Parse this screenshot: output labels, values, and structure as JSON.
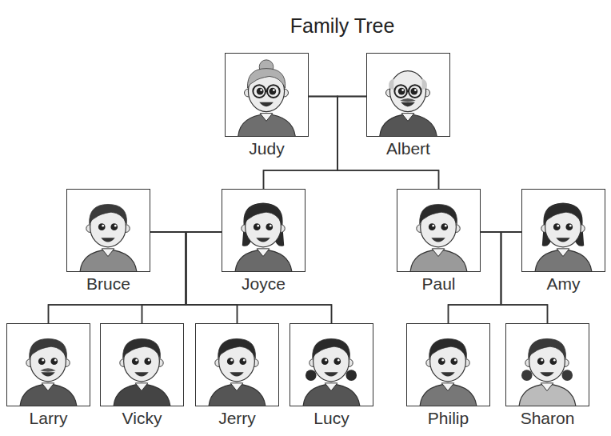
{
  "diagram": {
    "title": "Family Tree",
    "nodes": [
      {
        "text": [
          "Judy"
        ]
      },
      {
        "text": [
          "Albert"
        ]
      },
      {
        "text": [
          "Bruce"
        ]
      },
      {
        "text": [
          "Joyce"
        ]
      },
      {
        "text": [
          "Paul"
        ]
      },
      {
        "text": [
          "Amy"
        ]
      },
      {
        "text": [
          "Larry"
        ]
      },
      {
        "text": [
          "Vicky"
        ]
      },
      {
        "text": [
          "Jerry"
        ]
      },
      {
        "text": [
          "Lucy"
        ]
      },
      {
        "text": [
          "Philip"
        ]
      },
      {
        "text": [
          "Sharon"
        ]
      }
    ],
    "edges": [
      {
        "from": 0,
        "to": 1,
        "arrow": "none"
      },
      {
        "from": 0,
        "to": 3,
        "arrow": "none"
      },
      {
        "from": 1,
        "to": 3,
        "arrow": "none"
      },
      {
        "from": 0,
        "to": 4,
        "arrow": "none"
      },
      {
        "from": 1,
        "to": 4,
        "arrow": "none"
      },
      {
        "from": 2,
        "to": 3,
        "arrow": "none"
      },
      {
        "from": 2,
        "to": 6,
        "arrow": "none"
      },
      {
        "from": 3,
        "to": 6,
        "arrow": "none"
      },
      {
        "from": 2,
        "to": 7,
        "arrow": "none"
      },
      {
        "from": 3,
        "to": 7,
        "arrow": "none"
      },
      {
        "from": 2,
        "to": 8,
        "arrow": "none"
      },
      {
        "from": 3,
        "to": 8,
        "arrow": "none"
      },
      {
        "from": 2,
        "to": 9,
        "arrow": "none"
      },
      {
        "from": 3,
        "to": 9,
        "arrow": "none"
      },
      {
        "from": 4,
        "to": 5,
        "arrow": "none"
      },
      {
        "from": 4,
        "to": 10,
        "arrow": "none"
      },
      {
        "from": 5,
        "to": 10,
        "arrow": "none"
      },
      {
        "from": 4,
        "to": 11,
        "arrow": "none"
      },
      {
        "from": 5,
        "to": 11,
        "arrow": "none"
      }
    ]
  }
}
